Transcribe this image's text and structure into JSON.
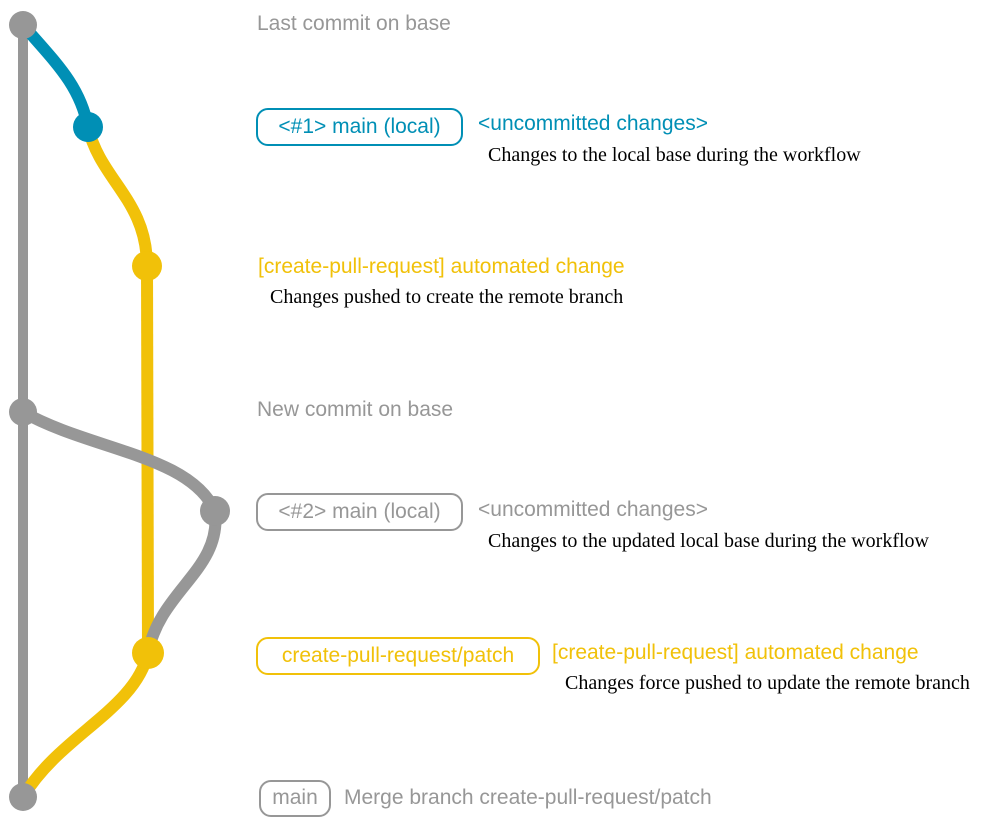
{
  "colors": {
    "gray": "#979797",
    "teal": "#008fb5",
    "yellow": "#f1c109",
    "annotation_text": "#000000"
  },
  "graph": {
    "description": "git commit graph with base branch (gray), local uncommitted changes (teal/gray) and create-pull-request branch (yellow)",
    "commits": [
      {
        "name": "last-commit-on-base",
        "branch": "base",
        "color": "gray"
      },
      {
        "name": "uncommitted-changes-1",
        "branch": "main-local-1",
        "color": "teal"
      },
      {
        "name": "automated-change-1",
        "branch": "create-pull-request-patch",
        "color": "yellow"
      },
      {
        "name": "new-commit-on-base",
        "branch": "base",
        "color": "gray"
      },
      {
        "name": "uncommitted-changes-2",
        "branch": "main-local-2",
        "color": "gray"
      },
      {
        "name": "automated-change-2",
        "branch": "create-pull-request-patch",
        "color": "yellow"
      },
      {
        "name": "merge-commit",
        "branch": "base",
        "color": "gray"
      }
    ]
  },
  "labels": {
    "last_commit": "Last commit on base",
    "branch1_tag": "<#1> main (local)",
    "uncommitted1_title": "<uncommitted changes>",
    "uncommitted1_desc": "Changes to the local base during the workflow",
    "automated1_title": "[create-pull-request] automated change",
    "automated1_desc": "Changes pushed to create the remote branch",
    "new_commit": "New commit on base",
    "branch2_tag": "<#2> main (local)",
    "uncommitted2_title": "<uncommitted changes>",
    "uncommitted2_desc": "Changes to the updated local base during the workflow",
    "patch_tag": "create-pull-request/patch",
    "automated2_title": "[create-pull-request] automated change",
    "automated2_desc": "Changes force pushed to update the remote branch",
    "main_tag": "main",
    "merge_message": "Merge branch create-pull-request/patch"
  }
}
